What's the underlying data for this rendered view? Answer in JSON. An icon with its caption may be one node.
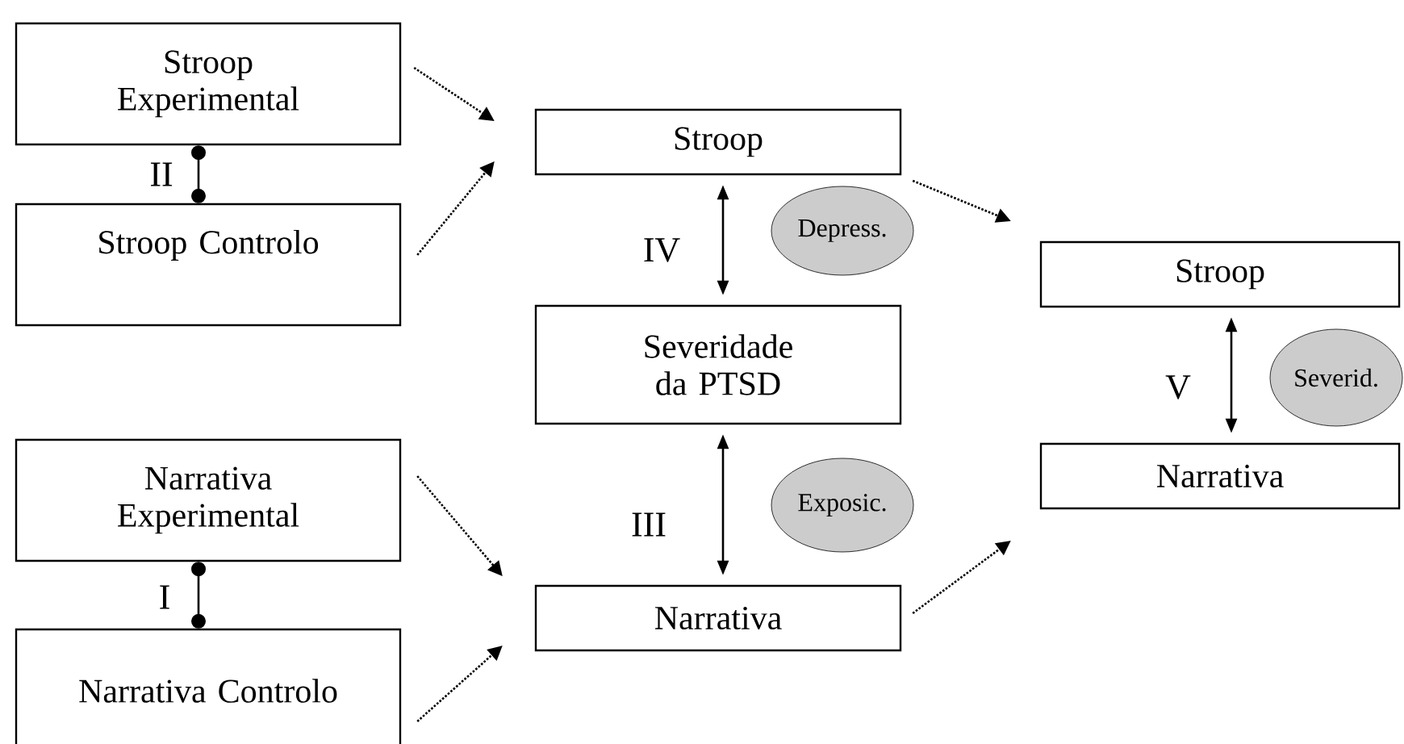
{
  "diagram": {
    "nodes": [
      {
        "text": [
          "Stroop Experimental"
        ]
      },
      {
        "text": [
          "Stroop Controlo"
        ]
      },
      {
        "text": [
          "Stroop"
        ]
      },
      {
        "text": [
          "Severidade da PTSD"
        ]
      },
      {
        "text": [
          "Narrativa Experimental"
        ]
      },
      {
        "text": [
          "Narrativa Controlo"
        ]
      },
      {
        "text": [
          "Narrativa"
        ]
      },
      {
        "text": [
          "Stroop"
        ]
      },
      {
        "text": [
          "Narrativa"
        ]
      },
      {
        "text": [
          "Depress."
        ]
      },
      {
        "text": [
          "Exposic."
        ]
      },
      {
        "text": [
          "Severid."
        ]
      }
    ],
    "edges": [
      {
        "from": 0,
        "to": 2,
        "arrow": "to",
        "style": "dashed"
      },
      {
        "from": 1,
        "to": 2,
        "arrow": "to",
        "style": "dashed"
      },
      {
        "from": 0,
        "to": 1,
        "arrow": "other",
        "label": "II"
      },
      {
        "from": 2,
        "to": 3,
        "arrow": "both",
        "label": "IV"
      },
      {
        "from": 3,
        "to": 6,
        "arrow": "both",
        "label": "III"
      },
      {
        "from": 4,
        "to": 6,
        "arrow": "to",
        "style": "dashed"
      },
      {
        "from": 5,
        "to": 6,
        "arrow": "to",
        "style": "dashed"
      },
      {
        "from": 4,
        "to": 5,
        "arrow": "other",
        "label": "I"
      },
      {
        "from": 2,
        "to": 7,
        "arrow": "to",
        "style": "dashed"
      },
      {
        "from": 6,
        "to": 8,
        "arrow": "to",
        "style": "dashed"
      },
      {
        "from": 7,
        "to": 8,
        "arrow": "both",
        "label": "V"
      }
    ]
  }
}
